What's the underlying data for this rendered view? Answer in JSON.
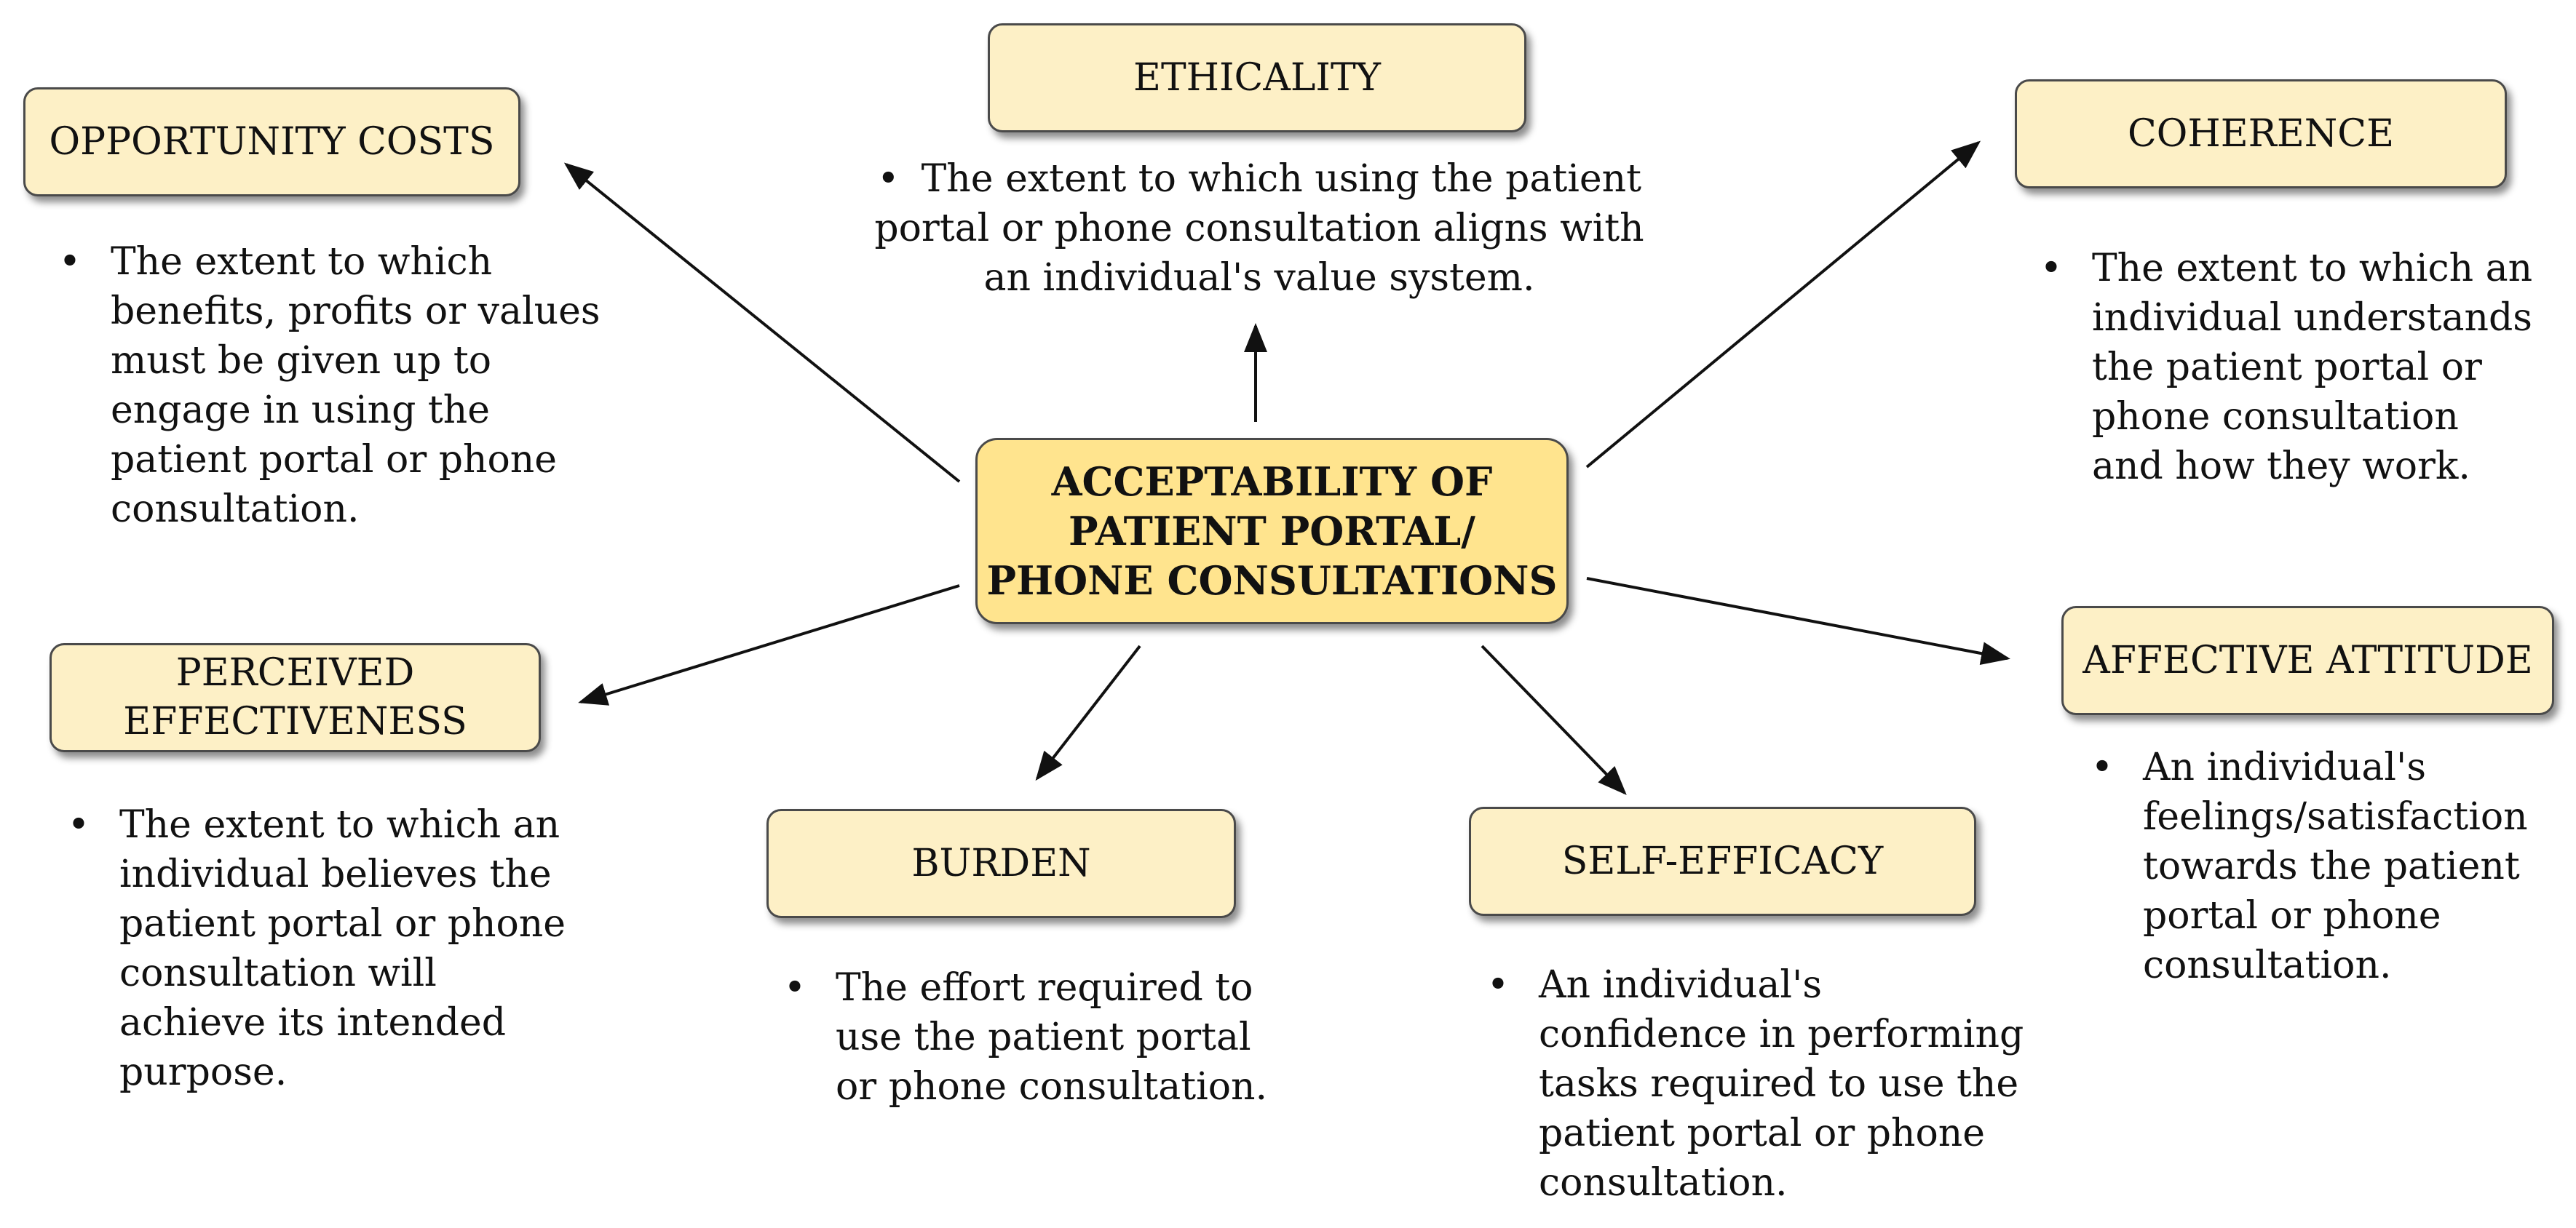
{
  "center": {
    "line1": "ACCEPTABILITY OF",
    "line2": "PATIENT PORTAL/",
    "line3": "PHONE CONSULTATIONS"
  },
  "constructs": {
    "ethicality": {
      "title": "ETHICALITY",
      "description": "The extent to which using the patient portal or phone consultation aligns with an individual's value system."
    },
    "opportunity_costs": {
      "title": "OPPORTUNITY COSTS",
      "description": "The extent to which benefits, profits or values must be given up to engage in using the patient portal or phone consultation."
    },
    "coherence": {
      "title": "COHERENCE",
      "description": "The extent to which an individual understands the patient portal or phone consultation and how they work."
    },
    "perceived_effectiveness": {
      "title_line1": "PERCEIVED",
      "title_line2": "EFFECTIVENESS",
      "description": "The extent to which an individual believes the patient portal or phone consultation will achieve its intended purpose."
    },
    "affective_attitude": {
      "title": "AFFECTIVE ATTITUDE",
      "description": "An individual's feelings/satisfaction towards the patient portal or phone consultation."
    },
    "burden": {
      "title": "BURDEN",
      "description": "The effort required to use the patient portal or phone consultation."
    },
    "self_efficacy": {
      "title": "SELF-EFFICACY",
      "description": "An individual's confidence in performing tasks required to use the patient portal or phone consultation."
    }
  },
  "bullet_glyph": "•"
}
